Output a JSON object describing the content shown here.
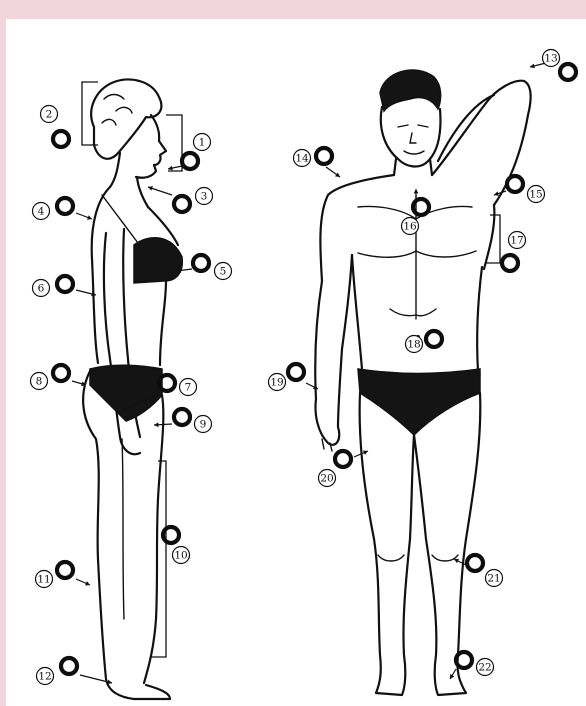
{
  "points": [
    {
      "id": "p1",
      "label": "1"
    },
    {
      "id": "p2",
      "label": "2"
    },
    {
      "id": "p3",
      "label": "3"
    },
    {
      "id": "p4",
      "label": "4"
    },
    {
      "id": "p5",
      "label": "5"
    },
    {
      "id": "p6",
      "label": "6"
    },
    {
      "id": "p7",
      "label": "7"
    },
    {
      "id": "p8",
      "label": "8"
    },
    {
      "id": "p9",
      "label": "9"
    },
    {
      "id": "p10",
      "label": "10"
    },
    {
      "id": "p11",
      "label": "11"
    },
    {
      "id": "p12",
      "label": "12"
    },
    {
      "id": "p13",
      "label": "13"
    },
    {
      "id": "p14",
      "label": "14"
    },
    {
      "id": "p15",
      "label": "15"
    },
    {
      "id": "p16",
      "label": "16"
    },
    {
      "id": "p17",
      "label": "17"
    },
    {
      "id": "p18",
      "label": "18"
    },
    {
      "id": "p19",
      "label": "19"
    },
    {
      "id": "p20",
      "label": "20"
    },
    {
      "id": "p21",
      "label": "21"
    },
    {
      "id": "p22",
      "label": "22"
    }
  ],
  "colors": {
    "background": "#f1d7dd",
    "sheet": "#ffffff",
    "ink": "#111111"
  }
}
